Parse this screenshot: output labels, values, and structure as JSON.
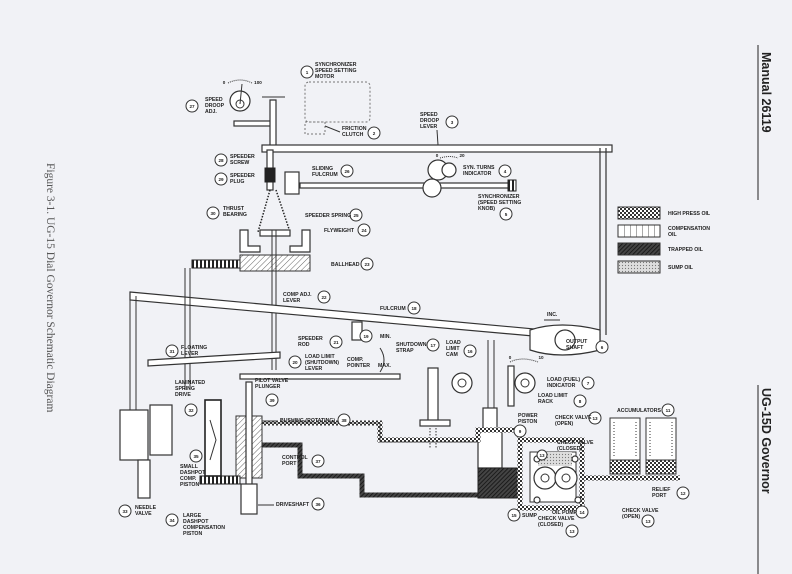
{
  "header": {
    "manual": "Manual 26119",
    "product": "UG-15D Governor"
  },
  "caption": "Figure 3-1. UG-15 Dial Governor Schematic Diagram",
  "legend": {
    "items": [
      {
        "label": "HIGH PRESS OIL",
        "pattern": "high-press"
      },
      {
        "label": "COMPENSATION OIL",
        "pattern": "compensation"
      },
      {
        "label": "TRAPPED OIL",
        "pattern": "trapped"
      },
      {
        "label": "SUMP OIL",
        "pattern": "sump"
      }
    ]
  },
  "dials": {
    "speed_droop": {
      "min": "0",
      "max": "100"
    },
    "syn_turns": {
      "min": "0",
      "max": "20"
    },
    "load_indicator": {
      "min": "0",
      "max": "10"
    },
    "comp_pointer": {
      "min": "MIN.",
      "max": "MAX."
    },
    "output_direction": "INC."
  },
  "components": [
    {
      "num": "1",
      "label": "SYNCHRONIZER SPEED SETTING MOTOR"
    },
    {
      "num": "2",
      "label": "FRICTION CLUTCH"
    },
    {
      "num": "3",
      "label": "SPEED DROOP LEVER"
    },
    {
      "num": "4",
      "label": "SYN. TURNS INDICATOR"
    },
    {
      "num": "5",
      "label": "SYNCHRONIZER (SPEED SETTING KNOB)"
    },
    {
      "num": "6",
      "label": "OUTPUT SHAFT"
    },
    {
      "num": "7",
      "label": "LOAD (FUEL) INDICATOR"
    },
    {
      "num": "8",
      "label": "LOAD LIMIT RACK"
    },
    {
      "num": "9",
      "label": "POWER PISTON"
    },
    {
      "num": "11",
      "label": "ACCUMULATORS"
    },
    {
      "num": "12",
      "label": "RELIEF PORT"
    },
    {
      "num": "13",
      "label": "CHECK VALVE (OPEN)"
    },
    {
      "num": "13",
      "label": "CHECK VALVE (CLOSED)"
    },
    {
      "num": "14",
      "label": "OIL PUMP"
    },
    {
      "num": "15",
      "label": "SUMP"
    },
    {
      "num": "16",
      "label": "LOAD LIMIT CAM"
    },
    {
      "num": "17",
      "label": "SHUTDOWN STRAP"
    },
    {
      "num": "18",
      "label": "FULCRUM"
    },
    {
      "num": "19",
      "label": "COMP. POINTER"
    },
    {
      "num": "20",
      "label": "LOAD LIMIT (SHUTDOWN) LEVER"
    },
    {
      "num": "21",
      "label": "SPEEDER ROD"
    },
    {
      "num": "22",
      "label": "COMP ADJ. LEVER"
    },
    {
      "num": "23",
      "label": "BALLHEAD"
    },
    {
      "num": "24",
      "label": "FLYWEIGHT"
    },
    {
      "num": "25",
      "label": "SPEEDER SPRING"
    },
    {
      "num": "26",
      "label": "SLIDING FULCRUM"
    },
    {
      "num": "27",
      "label": "SPEED DROOP ADJ."
    },
    {
      "num": "28",
      "label": "SPEEDER SCREW"
    },
    {
      "num": "29",
      "label": "SPEEDER PLUG"
    },
    {
      "num": "30",
      "label": "THRUST BEARING"
    },
    {
      "num": "31",
      "label": "FLOATING LEVER"
    },
    {
      "num": "32",
      "label": "LAMINATED SPRING DRIVE"
    },
    {
      "num": "33",
      "label": "NEEDLE VALVE"
    },
    {
      "num": "34",
      "label": "LARGE DASHPOT COMPENSATION PISTON"
    },
    {
      "num": "35",
      "label": "SMALL DASHPOT COMP. PISTON"
    },
    {
      "num": "36",
      "label": "DRIVESHAFT"
    },
    {
      "num": "37",
      "label": "CONTROL PORT"
    },
    {
      "num": "38",
      "label": "BUSHING (ROTATING)"
    },
    {
      "num": "39",
      "label": "PILOT VALVE PLUNGER"
    }
  ]
}
